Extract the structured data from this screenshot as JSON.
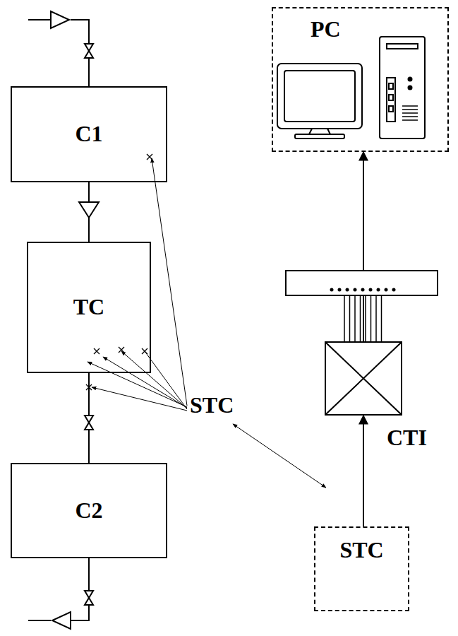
{
  "diagram": {
    "nodes": [
      {
        "text": [
          "C1"
        ]
      },
      {
        "text": [
          "TC"
        ]
      },
      {
        "text": [
          "C2"
        ]
      },
      {
        "text": [
          "PC"
        ]
      },
      {
        "text": [
          "CTI"
        ]
      },
      {
        "text": [
          "STC"
        ]
      }
    ],
    "edges": [
      {
        "from": 0,
        "to": 1,
        "arrow": "none"
      },
      {
        "from": 1,
        "to": 2,
        "arrow": "none"
      },
      {
        "from": 5,
        "to": 4,
        "arrow": "to"
      },
      {
        "from": 4,
        "to": 3,
        "arrow": "to"
      }
    ],
    "labels": [
      "STC"
    ]
  }
}
